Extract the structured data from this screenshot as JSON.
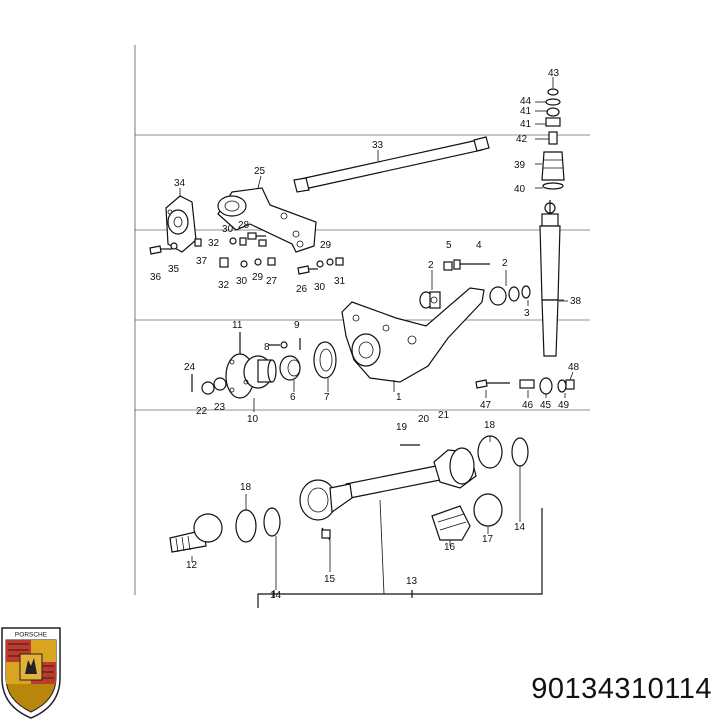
{
  "part_number": "90134310114",
  "logo_text": "PORSCHE",
  "labels": {
    "n1": "1",
    "n2a": "2",
    "n2b": "2",
    "n3": "3",
    "n4": "4",
    "n5": "5",
    "n6": "6",
    "n7": "7",
    "n8": "8",
    "n9": "9",
    "n10": "10",
    "n11": "11",
    "n12": "12",
    "n13": "13",
    "n14a": "14",
    "n14b": "14",
    "n15": "15",
    "n16": "16",
    "n17": "17",
    "n18a": "18",
    "n18b": "18",
    "n19": "19",
    "n20": "20",
    "n21": "21",
    "n22": "22",
    "n23": "23",
    "n24": "24",
    "n25": "25",
    "n26": "26",
    "n27": "27",
    "n28": "28",
    "n29a": "29",
    "n29b": "29",
    "n30a": "30",
    "n30b": "30",
    "n30c": "30",
    "n31": "31",
    "n32a": "32",
    "n32b": "32",
    "n33": "33",
    "n34": "34",
    "n35": "35",
    "n36": "36",
    "n37": "37",
    "n38": "38",
    "n39": "39",
    "n40": "40",
    "n41a": "41",
    "n41b": "41",
    "n42": "42",
    "n43": "43",
    "n44": "44",
    "n45": "45",
    "n46": "46",
    "n47": "47",
    "n48": "48",
    "n49": "49"
  }
}
